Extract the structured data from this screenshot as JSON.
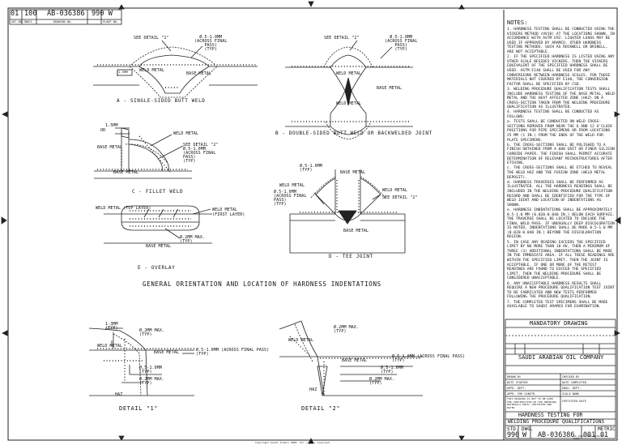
{
  "title_block_top": {
    "scale": "01",
    "sheet": "100",
    "dwg_no": "AB-036386",
    "rev": "990 W"
  },
  "title_block_top_fields": [
    "PLANT NO.",
    "INDEX",
    "DRAWING NO.",
    "SHT NO.",
    "REV. NO."
  ],
  "notes": {
    "heading": "NOTES:",
    "items": [
      "1. HARDNESS TESTING SHALL BE CONDUCTED USING THE VICKERS METHOD (HV10) AT THE LOCATIONS SHOWN, IN ACCORDANCE WITH ASTM E92. LIGHTER LOADS MAY BE USED IF APPROVED BY ARAMCO. OTHER HARDNESS TESTING METHODS, SUCH AS ROCKWELL OR BRINELL, ARE NOT ACCEPTABLE.",
      "2. IF THE SPECIFIED HARDNESS IS LISTED USING ANY OTHER SCALE BESIDES VICKERS, THEN THE VICKERS EQUIVALENT OF THE SPECIFIED HARDNESS SHALL BE USED. ASTM E140 SHALL BE USED FOR ANY CONVERSIONS BETWEEN HARDNESS SCALES. FOR THOSE MATERIALS NOT COVERED BY E140, THE CONVERSION FACTOR SHALL BE SPECIFIED BY CSD.",
      "3. WELDING PROCEDURE QUALIFICATION TESTS SHALL INCLUDE HARDNESS TESTING OF THE BASE METAL, WELD METAL AND THE HEAT AFFECTED ZONE (HAZ) ON A CROSS-SECTION TAKEN FROM THE WELDING PROCEDURE QUALIFICATION AS ILLUSTRATED.",
      "4. HARDNESS TESTING SHALL BE CONDUCTED AS FOLLOWS:",
      "a. TESTS SHALL BE CONDUCTED ON WELD CROSS-SECTIONS REMOVED FROM NEAR THE 6 AND 12 O'CLOCK POSITIONS FOR PIPE SPECIMENS OR FROM LOCATIONS 25 MM (1 IN.) FROM THE ENDS OF THE WELD FOR PLATE SPECIMENS.",
      "b. THE CROSS-SECTIONS SHALL BE POLISHED TO A FINISH OBTAINED FROM A 600 GRIT OR FINER SILICON CARBIDE PAPER. THE FINISH SHALL PERMIT ACCURATE DETERMINATION OF RELEVANT MICROSTRUCTURES AFTER ETCHING.",
      "c. THE CROSS-SECTIONS SHALL BE ETCHED TO REVEAL THE WELD HAZ AND THE FUSION ZONE (WELD METAL DEPOSIT).",
      "d. HARDNESS TRAVERSES SHALL BE PERFORMED AS ILLUSTRATED. ALL THE HARDNESS READINGS SHALL BE INCLUDED IN THE WELDING PROCEDURE QUALIFICATION RECORD AND SHALL BE IDENTIFIED FOR THE TYPE OF WELD JOINT AND LOCATION OF INDENTATIONS AS SHOWN.",
      "e. HARDNESS INDENTATIONS SHALL BE APPROXIMATELY 0.5-1.0 MM (0.020-0.040 IN.) BELOW EACH SURFACE. THE TRAVERSE SHALL BE LOCATED TO INCLUDE THE FINAL WELD PASS. IF UNUSUALLY DEEP DISCOLORATION IS NOTED, INDENTATIONS SHALL BE MADE 0.5-1.0 MM (0.020-0.040 IN.) BEYOND THE DISCOLORATION REGION.",
      "5. IN CASE ANY READING EXCEEDS THE SPECIFIED LIMIT BY NO MORE THAN 10 HV, THEN A MINIMUM OF THREE (3) ADDITIONAL INDENTATIONS SHALL BE MADE IN THE IMMEDIATE AREA. IF ALL THESE READINGS ARE WITHIN THE SPECIFIED LIMIT, THEN THE JOINT IS ACCEPTABLE. IF ONE OR MORE OF THE RETEST READINGS ARE FOUND TO EXCEED THE SPECIFIED LIMIT, THEN THE WELDING PROCEDURE SHALL BE CONSIDERED UNACCEPTABLE.",
      "6. ANY UNACCEPTABLE HARDNESS RESULTS SHALL REQUIRE A NEW PROCEDURE QUALIFICATION TEST JOINT TO BE FABRICATED AND NEW TESTS PERFORMED FOLLOWING THE PROCEDURE QUALIFICATION.",
      "7. THE COMPLETED TEST SPECIMENS SHALL BE MADE AVAILABLE TO SAUDI ARAMCO FOR EXAMINATION."
    ]
  },
  "labels": {
    "see_detail_1": "SEE DETAIL \"1\"",
    "see_detail_2": "SEE DETAIL \"2\"",
    "across_final_pass": "Ø.5-1.0MM\n(ACROSS FINAL\nPASS)\n(TYP)",
    "weld_metal": "WELD METAL",
    "base_metal": "BASE METAL",
    "haz": "HAZ",
    "gap_1_5mm": "1.5MM",
    "gap_1_0mm": "1.0MM",
    "dim_1_5mm_typ": "Ø.5-1.0MM\n(TYP)",
    "dim_0_2mm_max": "Ø.2MM MAX.",
    "dim_0_2mm_max_typ": "Ø.2MM MAX.\n(TYP)",
    "dim_1_3mm_typ": "1-3MM\n(TYP)",
    "or": "OR",
    "first_layer": "(FIRST LAYER)",
    "weld_metal_top_layer": "WELD METAL (TOP LAYER)",
    "across_final_pass_typ": "Ø.5-1.0MM (ACROSS FINAL PASS)\n(TYP)"
  },
  "views": {
    "a": "A - SINGLE-SIDED BUTT WELD",
    "b": "B - DOUBLE-SIDED BUTT WELD OR BACKWELDED JOINT",
    "c": "C - FILLET WELD",
    "d": "D - TEE JOINT",
    "e": "E - OVERLAY",
    "detail_1": "DETAIL \"1\"",
    "detail_2": "DETAIL \"2\""
  },
  "section_heading": "GENERAL ORIENTATION AND LOCATION OF HARDNESS INDENTATIONS",
  "title_block": {
    "mandatory": "MANDATORY DRAWING",
    "company": "SAUDI ARABIAN OIL COMPANY",
    "drawing_title_1": "HARDNESS TESTING FOR",
    "drawing_title_2": "WELDING PROCEDURE QUALIFICATIONS",
    "std_dwg": "STD. DWG.",
    "metric": "METRIC",
    "plant_no": "990",
    "index": "W",
    "drawing_no": "AB-036386",
    "sheet_no": "001",
    "rev_no": "01",
    "copyright": "Copyright Saudi Aramco 2004. All rights reserved.",
    "form": "SA 2610 (ENG-3/94/97)\nCADD",
    "row_labels": [
      "DRAWN BY",
      "DATE STARTED",
      "APPD. DEPT.",
      "APPD. FOR CONSTR.",
      "THIS DRAWING IS NOT TO BE USED FOR CONSTRUCTION OR FOR ORDERING MATERIALS UNTIL CERTIFIED AND DATED"
    ],
    "row_labels_right": [
      "CHECKED BY",
      "DATE COMPLETED",
      "ENGG. DEPT.",
      "SCALE NONE",
      "CERTIFIED DATE"
    ]
  }
}
